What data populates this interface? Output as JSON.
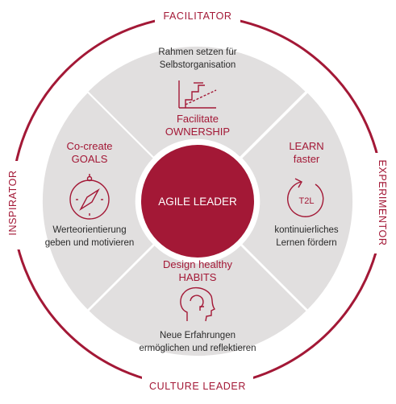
{
  "colors": {
    "accent": "#a31836",
    "segment": "#e1dfdf",
    "background": "#ffffff",
    "text": "#2a2a2a"
  },
  "center": {
    "label": "AGILE LEADER"
  },
  "ring_labels": {
    "top": "FACILITATOR",
    "right": "EXPERIMENTOR",
    "bottom": "CULTURE LEADER",
    "left": "INSPIRATOR"
  },
  "segments": {
    "top": {
      "description": [
        "Rahmen setzen für",
        "Selbstorganisation"
      ],
      "title": [
        "Facilitate",
        "OWNERSHIP"
      ],
      "icon": "stairs-chart-icon"
    },
    "right": {
      "title": [
        "LEARN",
        "faster"
      ],
      "icon_label": "T2L",
      "description": [
        "kontinuierliches",
        "Lernen fördern"
      ],
      "icon": "cycle-icon"
    },
    "bottom": {
      "title": [
        "Design healthy",
        "HABITS"
      ],
      "description": [
        "Neue Erfahrungen",
        "ermöglichen und reflektieren"
      ],
      "icon": "head-cycle-icon"
    },
    "left": {
      "title": [
        "Co-create",
        "GOALS"
      ],
      "description": [
        "Werteorientierung",
        "geben und motivieren"
      ],
      "icon": "compass-icon"
    }
  }
}
